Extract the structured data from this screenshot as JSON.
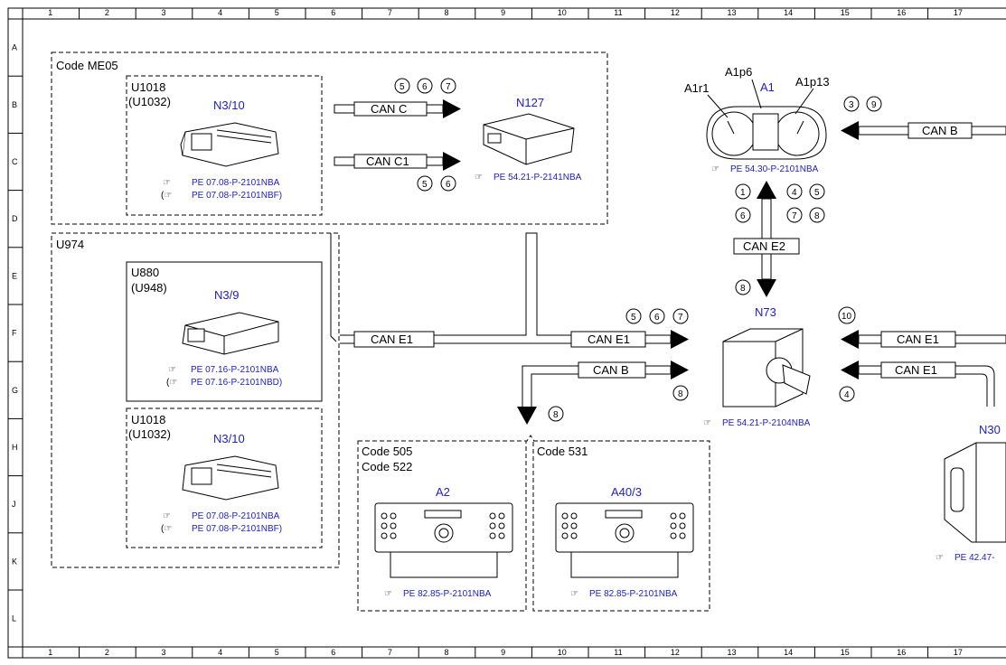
{
  "grid": {
    "columns": [
      "1",
      "2",
      "3",
      "4",
      "5",
      "6",
      "7",
      "8",
      "9",
      "10",
      "11",
      "12",
      "13",
      "14",
      "15",
      "16",
      "17"
    ],
    "rows": [
      "A",
      "B",
      "C",
      "D",
      "E",
      "F",
      "G",
      "H",
      "J",
      "K",
      "L"
    ]
  },
  "groups": {
    "me05": "Code ME05",
    "u974": "U974",
    "u880_a": "U880",
    "u880_b": "(U948)",
    "u1018_top_a": "U1018",
    "u1018_top_b": "(U1032)",
    "u1018_bot_a": "U1018",
    "u1018_bot_b": "(U1032)",
    "code505": "Code 505",
    "code522": "Code 522",
    "code531": "Code 531"
  },
  "components": {
    "n3_10_top": "N3/10",
    "n127": "N127",
    "n3_9": "N3/9",
    "n3_10_bot": "N3/10",
    "a1": "A1",
    "a1r1": "A1r1",
    "a1p6": "A1p6",
    "a1p13": "A1p13",
    "n73": "N73",
    "a2": "A2",
    "a40_3": "A40/3",
    "n30_partial": "N30"
  },
  "refs": {
    "n3_10_top_1": "PE 07.08-P-2101NBA",
    "n3_10_top_2": "PE 07.08-P-2101NBF)",
    "n127": "PE 54.21-P-2141NBA",
    "a1": "PE 54.30-P-2101NBA",
    "n3_9_1": "PE 07.16-P-2101NBA",
    "n3_9_2": "PE 07.16-P-2101NBD)",
    "n3_10_bot_1": "PE 07.08-P-2101NBA",
    "n3_10_bot_2": "PE 07.08-P-2101NBF)",
    "n73": "PE 54.21-P-2104NBA",
    "a2": "PE 82.85-P-2101NBA",
    "a40_3": "PE 82.85-P-2101NBA",
    "n30_partial": "PE 42.47-"
  },
  "buses": {
    "can_c": "CAN C",
    "can_c1": "CAN C1",
    "can_b_top": "CAN B",
    "can_e2": "CAN E2",
    "can_e1_left": "CAN E1",
    "can_e1_mid": "CAN E1",
    "can_b_mid": "CAN B",
    "can_e1_right1": "CAN E1",
    "can_e1_right2": "CAN E1"
  },
  "notes": {
    "canc": [
      "5",
      "6",
      "7"
    ],
    "canc1": [
      "5",
      "6"
    ],
    "canb_top": [
      "3",
      "9"
    ],
    "cane2_left": [
      "1",
      "6"
    ],
    "cane2_right": [
      "4",
      "5",
      "7",
      "8"
    ],
    "cane2_down": [
      "8"
    ],
    "cane1_mid": [
      "5",
      "6",
      "7"
    ],
    "canb_mid": [
      "8"
    ],
    "canb_down": [
      "8"
    ],
    "cane1_r1": [
      "10"
    ],
    "cane1_r2": [
      "4"
    ]
  },
  "colors": {
    "component_label": "#2020c8",
    "line": "#000000"
  }
}
